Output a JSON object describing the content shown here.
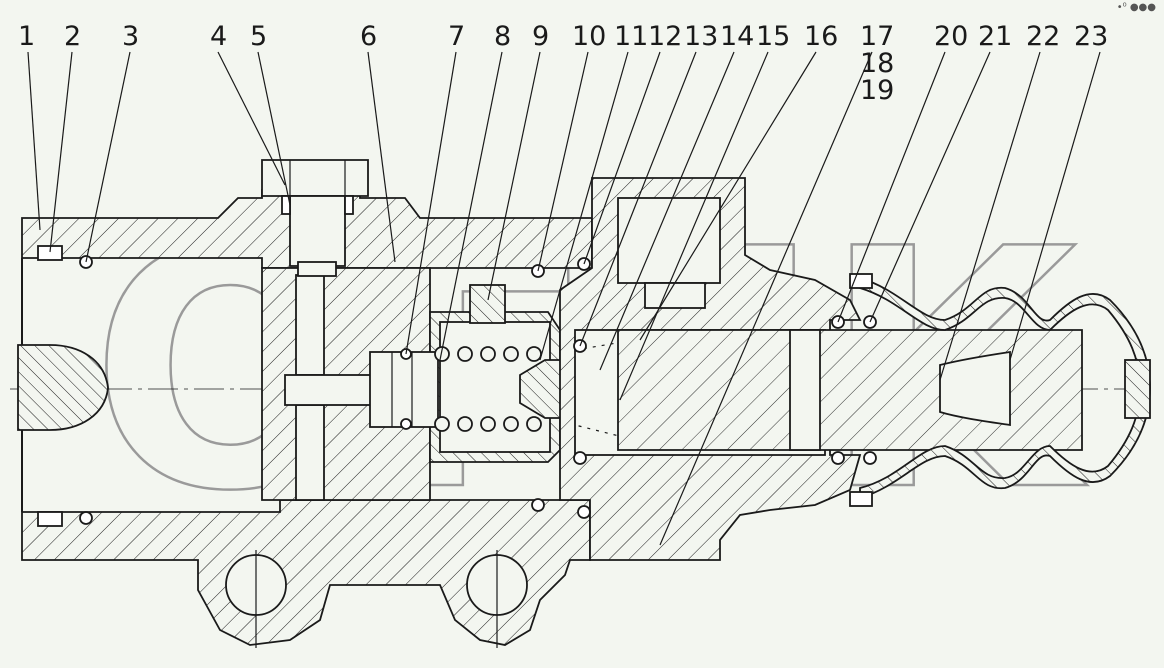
{
  "callouts": [
    "1",
    "2",
    "3",
    "4",
    "5",
    "6",
    "7",
    "8",
    "9",
    "10",
    "11",
    "12",
    "13",
    "14",
    "15",
    "16",
    "17",
    "18",
    "19",
    "20",
    "21",
    "22",
    "23"
  ],
  "watermark": "OFFK",
  "colors": {
    "background": "#f3f6f0",
    "line": "#1a1a1a",
    "hatch": "#1a1a1a",
    "watermark": "#9a9a9a"
  },
  "menu_icon": "more-dots-icon"
}
